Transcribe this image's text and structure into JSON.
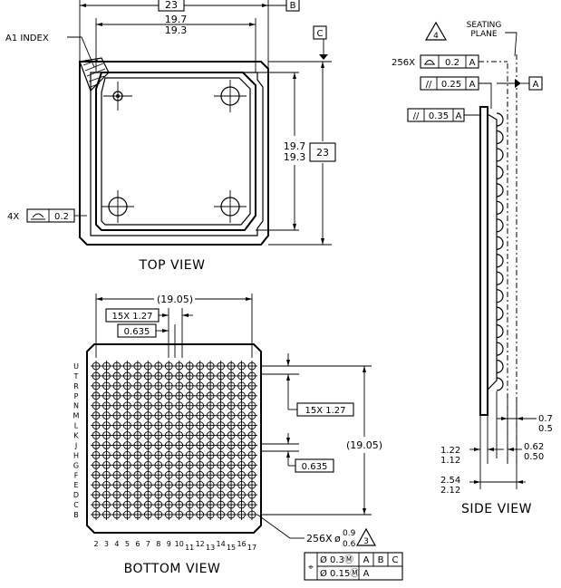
{
  "top_view": {
    "title": "TOP VIEW",
    "dim_width_box": "23",
    "datum_b": "B",
    "dim_inner_width_max": "19.7",
    "dim_inner_width_min": "19.3",
    "a1_index": "A1 INDEX",
    "datum_c": "C",
    "dim_inner_height_max": "19.7",
    "dim_inner_height_min": "19.3",
    "dim_height_box": "23",
    "flatness_count": "4X",
    "flatness_value": "0.2"
  },
  "bottom_view": {
    "title": "BOTTOM VIEW",
    "dim_array_width": "(19.05)",
    "dim_pitch_x": "15X 1.27",
    "dim_offset_x": "0.635",
    "dim_pitch_y": "15X 1.27",
    "dim_array_height": "(19.05)",
    "dim_offset_y": "0.635",
    "row_letters": [
      "U",
      "T",
      "R",
      "P",
      "N",
      "M",
      "L",
      "K",
      "J",
      "H",
      "G",
      "F",
      "E",
      "D",
      "C",
      "B"
    ],
    "col_numbers_low": [
      "2",
      "3",
      "4",
      "5",
      "6",
      "7",
      "8",
      "9"
    ],
    "col_numbers_high": [
      "10",
      "11",
      "12",
      "13",
      "14",
      "15",
      "16",
      "17"
    ],
    "ball_count": "256X",
    "ball_dia_symbol": "ø",
    "ball_dia_max": "0.9",
    "ball_dia_min": "0.6",
    "ball_note": "3",
    "pos_symbol": "⌖",
    "pos_row1_tol": "Ø 0.3Ⓜ",
    "pos_row1_datums": [
      "A",
      "B",
      "C"
    ],
    "pos_row2_tol": "Ø 0.15Ⓜ",
    "pos_row2_datums": [
      "A"
    ]
  },
  "side_view": {
    "title": "SIDE VIEW",
    "note_number": "4",
    "seating_plane_line1": "SEATING",
    "seating_plane_line2": "PLANE",
    "profile_count": "256X",
    "profile_value": "0.2",
    "profile_datum": "A",
    "parallel_1_value": "0.25",
    "parallel_1_datum": "A",
    "datum_a": "A",
    "parallel_2_value": "0.35",
    "parallel_2_datum": "A",
    "dim_ball_height_max": "0.7",
    "dim_ball_height_min": "0.5",
    "dim_sub_thk_max": "1.22",
    "dim_sub_thk_min": "1.12",
    "dim_mold_max": "0.62",
    "dim_mold_min": "0.50",
    "dim_total_max": "2.54",
    "dim_total_min": "2.12"
  }
}
